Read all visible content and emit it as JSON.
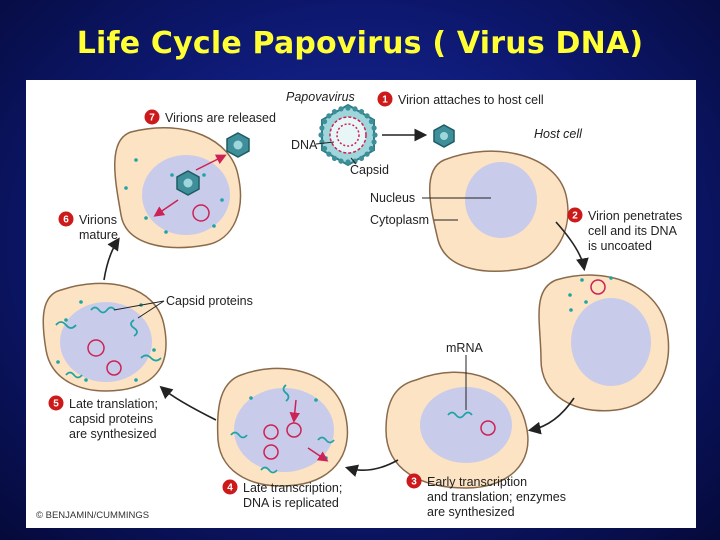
{
  "title": "Life Cycle  Papovirus ( Virus DNA)",
  "colors": {
    "cell_fill": "#fbe3c4",
    "cell_stroke": "#8a6a4a",
    "nucleus_fill": "#c9cbea",
    "virion": "#3f8f9a",
    "dna": "#cc2255",
    "capsid_protein": "#1fa3a3",
    "step_badge": "#cc1a1a",
    "arrow": "#222222"
  },
  "labels": {
    "papovavirus": "Papovavirus",
    "dna": "DNA",
    "capsid": "Capsid",
    "host_cell": "Host cell",
    "nucleus": "Nucleus",
    "cytoplasm": "Cytoplasm",
    "capsid_proteins": "Capsid proteins",
    "mrna": "mRNA"
  },
  "steps": [
    {
      "num": "1",
      "lines": [
        "Virion attaches to host cell"
      ]
    },
    {
      "num": "2",
      "lines": [
        "Virion penetrates",
        "cell and its DNA",
        "is uncoated"
      ]
    },
    {
      "num": "3",
      "lines": [
        "Early transcription",
        "and translation; enzymes",
        "are synthesized"
      ]
    },
    {
      "num": "4",
      "lines": [
        "Late transcription;",
        "DNA is replicated"
      ]
    },
    {
      "num": "5",
      "lines": [
        "Late translation;",
        "capsid proteins",
        "are synthesized"
      ]
    },
    {
      "num": "6",
      "lines": [
        "Virions",
        "mature"
      ]
    },
    {
      "num": "7",
      "lines": [
        "Virions are released"
      ]
    }
  ],
  "credit": "© BENJAMIN/CUMMINGS"
}
